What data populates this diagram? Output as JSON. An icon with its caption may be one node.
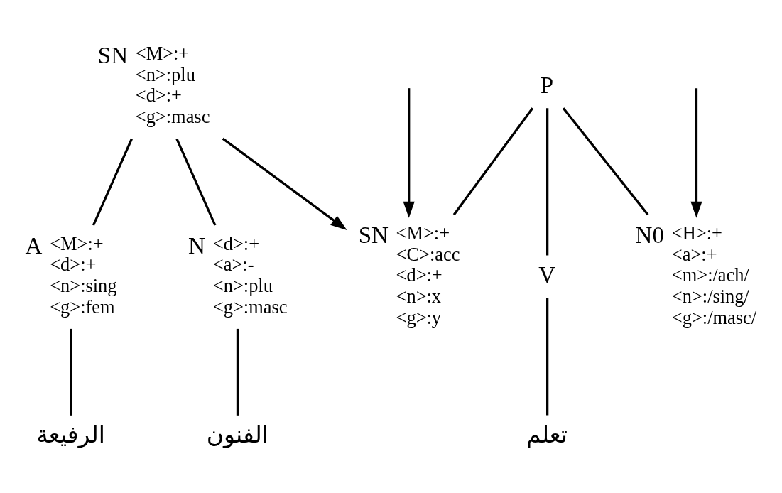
{
  "diagram": {
    "nodes": [
      {
        "text": [
          "SN"
        ],
        "beside": [
          "<M>:+",
          "<n>:plu",
          "<d>:+",
          "<g>:masc"
        ]
      },
      {
        "text": [
          "A"
        ],
        "beside": [
          "<M>:+",
          "<d>:+",
          "<n>:sing",
          "<g>:fem"
        ]
      },
      {
        "text": [
          "N"
        ],
        "beside": [
          "<d>:+",
          "<a>:-",
          "<n>:plu",
          "<g>:masc"
        ]
      },
      {
        "text": [
          "الرفيعة"
        ]
      },
      {
        "text": [
          "الفنون"
        ]
      },
      {
        "text": [
          "P"
        ]
      },
      {
        "text": [
          "SN"
        ],
        "beside": [
          "<M>:+",
          "<C>:acc",
          "<d>:+",
          "<n>:x",
          "<g>:y"
        ]
      },
      {
        "text": [
          "V"
        ]
      },
      {
        "text": [
          "N0"
        ],
        "beside": [
          "<H>:+",
          "<a>:+",
          "<m>:/ach/",
          "<n>:/sing/",
          "<g>:/masc/"
        ]
      },
      {
        "text": [
          "تعلم"
        ]
      }
    ],
    "edges": [
      {
        "from": 0,
        "to": 1,
        "arrow": "none"
      },
      {
        "from": 0,
        "to": 2,
        "arrow": "none"
      },
      {
        "from": 1,
        "to": 3,
        "arrow": "none"
      },
      {
        "from": 2,
        "to": 4,
        "arrow": "none"
      },
      {
        "from": 0,
        "to": 6,
        "arrow": "to"
      },
      {
        "from": 5,
        "to": 6,
        "arrow": "none"
      },
      {
        "from": 5,
        "to": 7,
        "arrow": "none"
      },
      {
        "from": 5,
        "to": 8,
        "arrow": "none"
      },
      {
        "from": 7,
        "to": 9,
        "arrow": "none"
      },
      {
        "from": null,
        "to": 6,
        "arrow": "to"
      },
      {
        "from": null,
        "to": 8,
        "arrow": "to"
      }
    ]
  }
}
